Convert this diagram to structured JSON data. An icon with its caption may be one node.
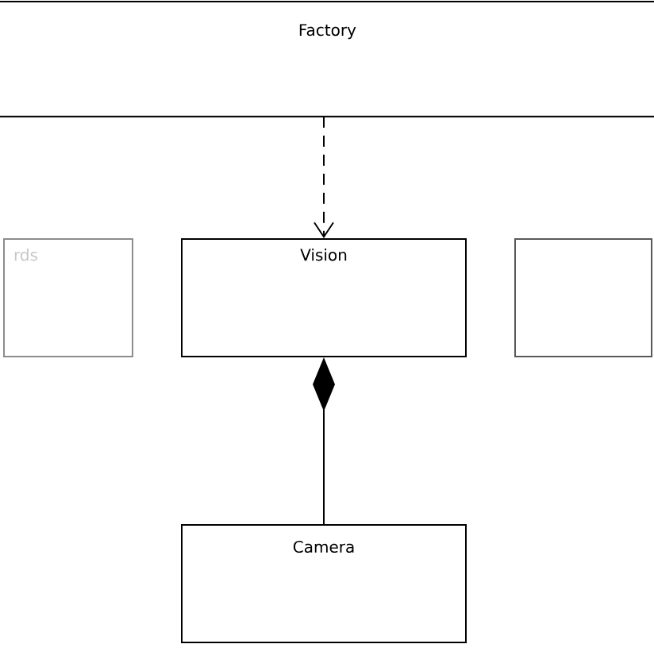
{
  "diagram": {
    "nodes": [
      {
        "text": [
          "Factory"
        ]
      },
      {
        "text": [
          "rds"
        ]
      },
      {
        "text": [
          "Vision"
        ]
      },
      {
        "text": [],
        "shape": "box"
      },
      {
        "text": [
          "Camera"
        ]
      }
    ],
    "edges": [
      {
        "from": 0,
        "to": 2,
        "arrow": "to",
        "style": "dashed"
      },
      {
        "from": 4,
        "to": 2,
        "arrow": "other"
      }
    ]
  }
}
